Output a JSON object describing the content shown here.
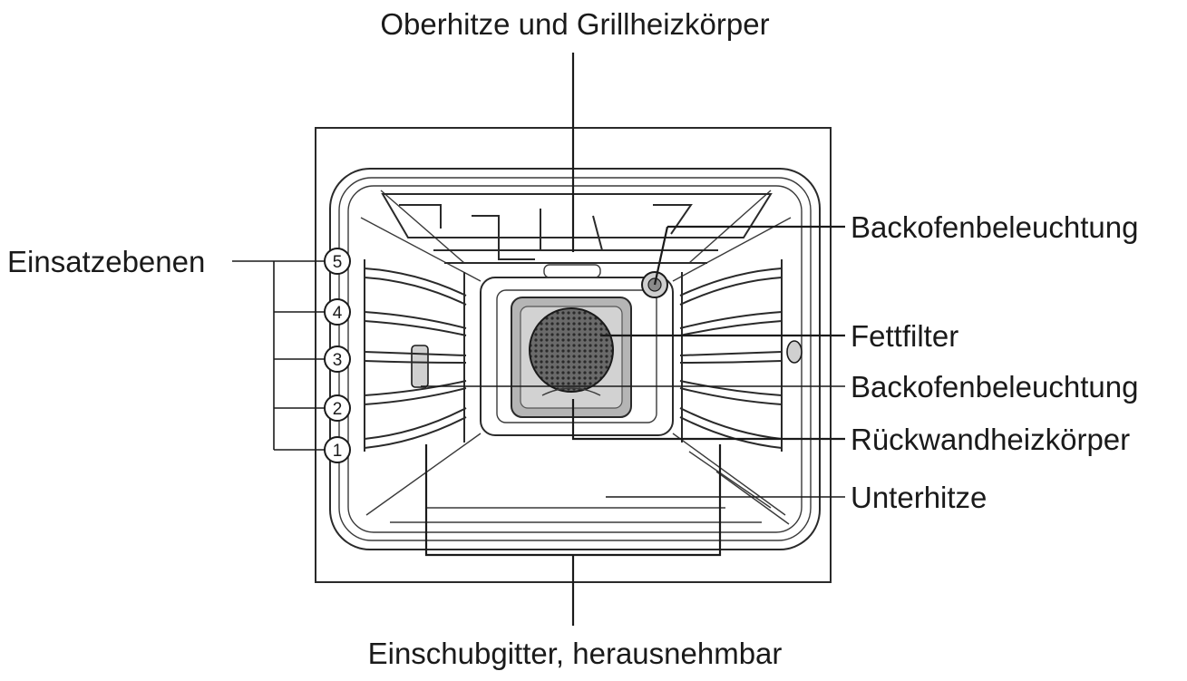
{
  "labels": {
    "top_heater": "Oberhitze und Grillheizkörper",
    "oven_light_top": "Backofenbeleuchtung",
    "shelf_levels": "Einsatzebenen",
    "grease_filter": "Fettfilter",
    "oven_light_side": "Backofenbeleuchtung",
    "rear_heater": "Rückwandheizkörper",
    "bottom_heat": "Unterhitze",
    "shelf_racks": "Einschubgitter, herausnehmbar"
  },
  "shelf_numbers": [
    "5",
    "4",
    "3",
    "2",
    "1"
  ]
}
